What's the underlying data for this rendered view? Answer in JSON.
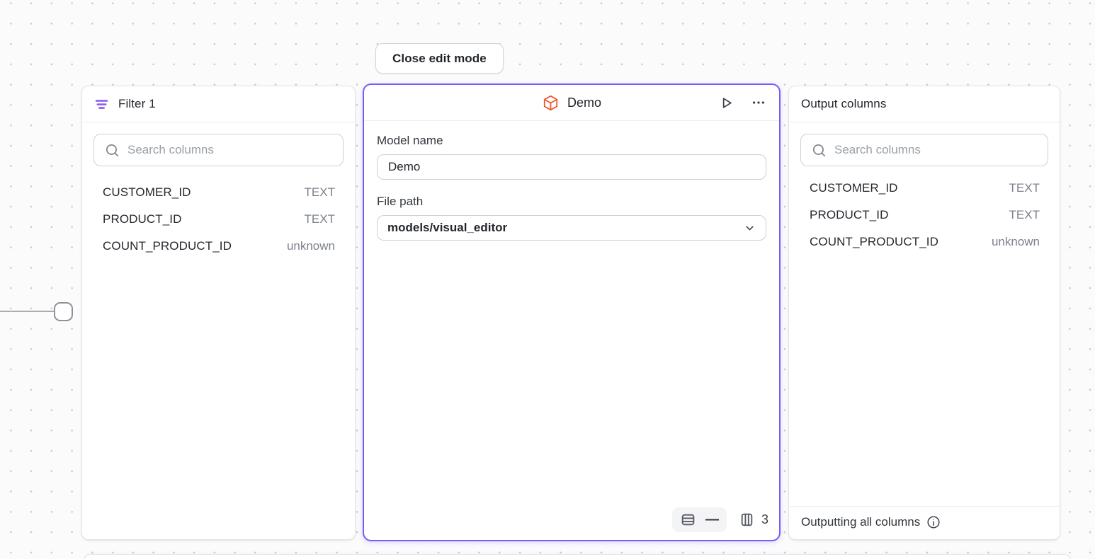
{
  "toolbar": {
    "close_edit_mode_label": "Close edit mode"
  },
  "filter_panel": {
    "title": "Filter 1",
    "search_placeholder": "Search columns",
    "columns": [
      {
        "name": "CUSTOMER_ID",
        "type": "TEXT"
      },
      {
        "name": "PRODUCT_ID",
        "type": "TEXT"
      },
      {
        "name": "COUNT_PRODUCT_ID",
        "type": "unknown"
      }
    ]
  },
  "model_panel": {
    "title": "Demo",
    "model_name_label": "Model name",
    "model_name_value": "Demo",
    "file_path_label": "File path",
    "file_path_value": "models/visual_editor",
    "stats": {
      "row_count": "—",
      "column_count": "3"
    }
  },
  "output_panel": {
    "title": "Output columns",
    "search_placeholder": "Search columns",
    "columns": [
      {
        "name": "CUSTOMER_ID",
        "type": "TEXT"
      },
      {
        "name": "PRODUCT_ID",
        "type": "TEXT"
      },
      {
        "name": "COUNT_PRODUCT_ID",
        "type": "unknown"
      }
    ],
    "footer_text": "Outputting all columns"
  },
  "icons": {
    "filter": "filter-icon",
    "search": "search-icon",
    "cube": "cube-icon",
    "play": "play-icon",
    "ellipsis": "ellipsis-icon",
    "chevron_down": "chevron-down-icon",
    "rows": "rows-icon",
    "columns": "columns-icon",
    "info": "info-icon"
  },
  "colors": {
    "accent_purple": "#7a5af8",
    "filter_purple": "#8b5cf6",
    "brand_orange": "#f1542c",
    "text_dark": "#1f2329",
    "text_muted": "#7d828b"
  }
}
